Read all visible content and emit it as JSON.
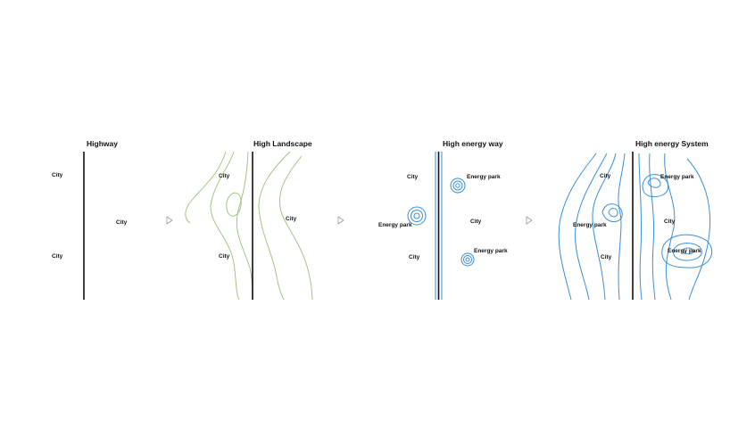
{
  "panels": [
    {
      "title": "Highway",
      "cities": [
        "City",
        "City",
        "City"
      ],
      "energy_parks": []
    },
    {
      "title": "High Landscape",
      "cities": [
        "City",
        "City",
        "City"
      ],
      "energy_parks": []
    },
    {
      "title": "High energy way",
      "cities": [
        "City",
        "City",
        "City"
      ],
      "energy_parks": [
        "Energy park",
        "Energy park",
        "Energy park"
      ]
    },
    {
      "title": "High energy System",
      "cities": [
        "City",
        "City",
        "City"
      ],
      "energy_parks": [
        "Energy park",
        "Energy park",
        "Energy park"
      ]
    }
  ],
  "colors": {
    "landscape_lines": "#9bc07a",
    "energy_lines": "#3a8fd9",
    "highway": "#111111"
  },
  "icons": [
    "step-arrow-icon",
    "step-arrow-icon",
    "step-arrow-icon"
  ]
}
